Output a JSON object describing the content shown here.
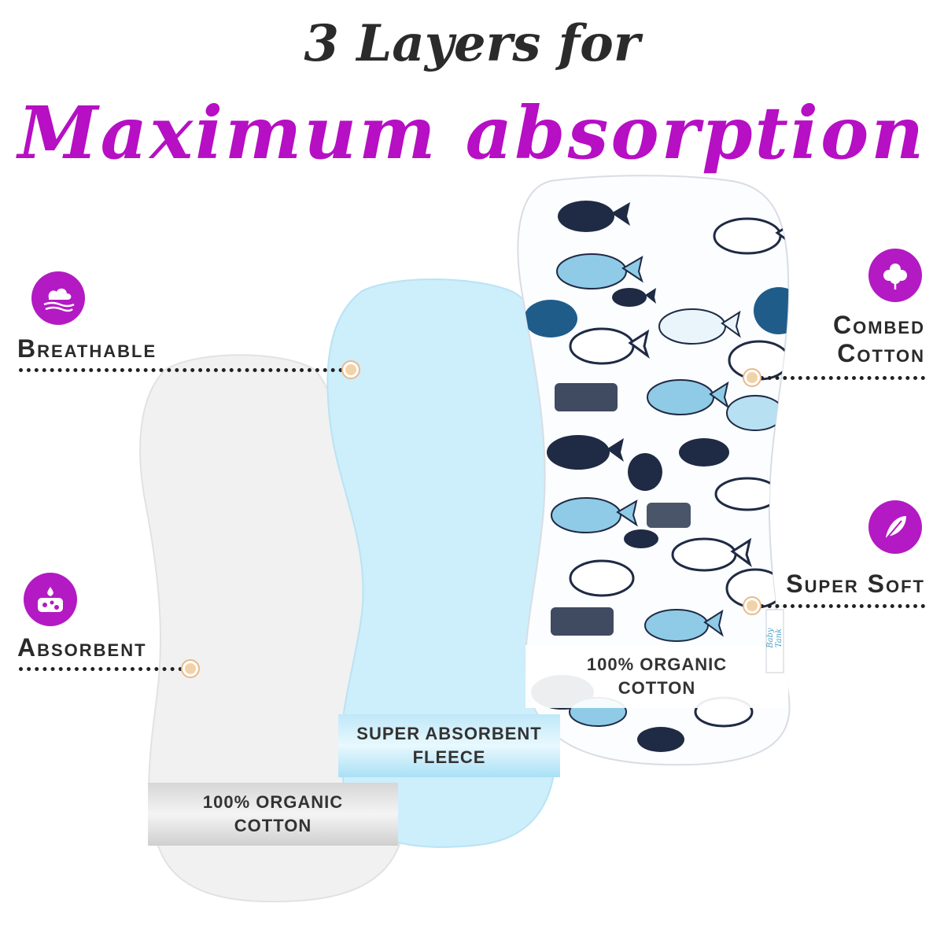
{
  "title": {
    "line1": "3 Layers for",
    "line2": "Maximum absorption"
  },
  "colors": {
    "accent": "#b60fc4",
    "icon_bg": "#b31ac3",
    "layer_white": "#f1f1f1",
    "layer_blue": "#cdeefb",
    "whale_navy": "#1f2a44",
    "whale_blue": "#8fcbe6"
  },
  "features": [
    {
      "icon": "cloud-wind-icon",
      "label": "Breathable"
    },
    {
      "icon": "sponge-icon",
      "label": "Absorbent"
    },
    {
      "icon": "cotton-flower-icon",
      "label": "Combed Cotton"
    },
    {
      "icon": "feather-icon",
      "label": "Super Soft"
    }
  ],
  "layers": [
    {
      "name": "white",
      "label_line1": "100% ORGANIC",
      "label_line2": "COTTON"
    },
    {
      "name": "fleece",
      "label_line1": "SUPER ABSORBENT",
      "label_line2": "FLEECE"
    },
    {
      "name": "print",
      "label_line1": "100% ORGANIC",
      "label_line2": "COTTON"
    }
  ],
  "tag_text": "Baby Tank"
}
